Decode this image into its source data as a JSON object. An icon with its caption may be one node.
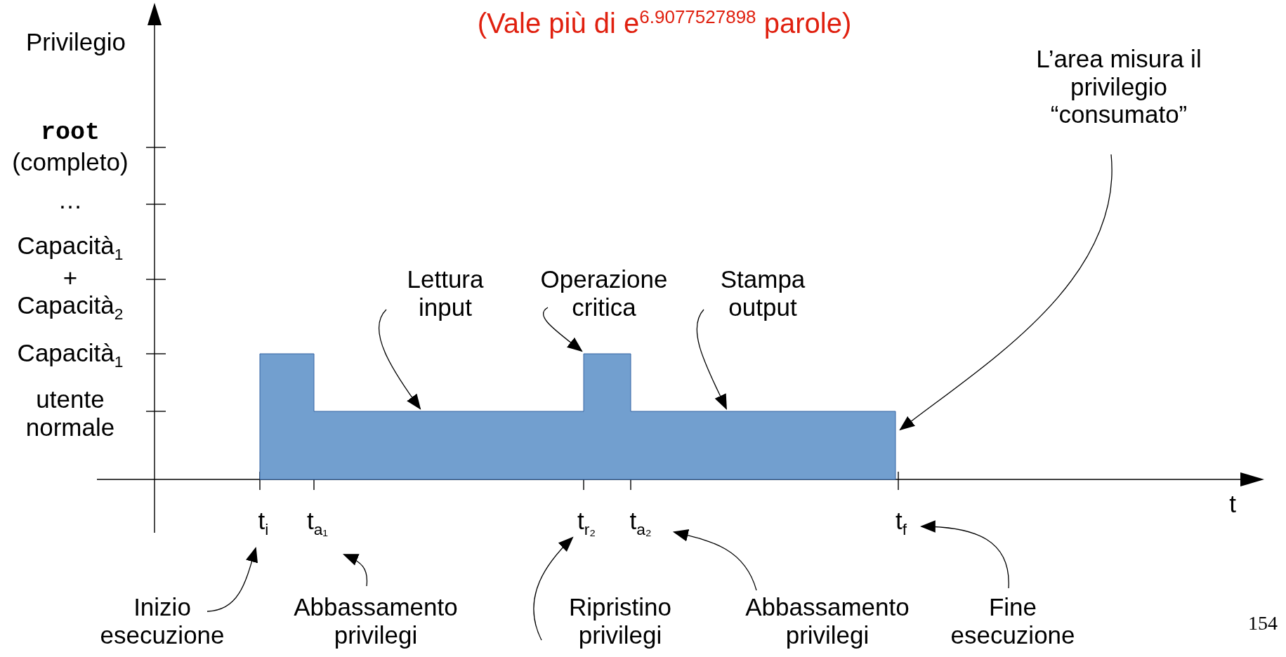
{
  "diagram": {
    "nodes": [
      {
        "text": [
          "Lettura input"
        ]
      },
      {
        "text": [
          "Operazione critica"
        ]
      },
      {
        "text": [
          "Stampa output"
        ]
      },
      {
        "text": [
          "L’area misura il privilegio “consumato”"
        ]
      },
      {
        "text": [],
        "shape": "bar"
      },
      {
        "text": [
          "t$_{i}$"
        ]
      },
      {
        "text": [
          "t$_{a₁}$"
        ]
      },
      {
        "text": [
          "t$_{r₂}$"
        ]
      },
      {
        "text": [
          "t$_{a₂}$"
        ]
      },
      {
        "text": [
          "t$_{f}$"
        ]
      },
      {
        "text": [
          "Inizio esecuzione"
        ]
      },
      {
        "text": [
          "Abbassamento privilegi"
        ]
      },
      {
        "text": [
          "Ripristino privilegi"
        ]
      },
      {
        "text": [
          "Abbassamento privilegi"
        ]
      },
      {
        "text": [
          "Fine esecuzione"
        ]
      }
    ],
    "edges": [
      {
        "from": 0,
        "to": 4,
        "arrow": "to"
      },
      {
        "from": 1,
        "to": 4,
        "arrow": "to"
      },
      {
        "from": 2,
        "to": 4,
        "arrow": "to"
      },
      {
        "from": 3,
        "to": 4,
        "arrow": "to"
      },
      {
        "from": 10,
        "to": 5,
        "arrow": "to"
      },
      {
        "from": 11,
        "to": 6,
        "arrow": "to"
      },
      {
        "from": 12,
        "to": 7,
        "arrow": "to"
      },
      {
        "from": 13,
        "to": 8,
        "arrow": "to"
      },
      {
        "from": 14,
        "to": 9,
        "arrow": "to"
      }
    ],
    "labels": [
      "(Vale più di e$^{6.9077527898}$ parole)",
      "Privilegio",
      "root",
      "(completo)",
      "…",
      "Capacità$_{1}$ + Capacità$_{2}$",
      "Capacità$_{1}$",
      "utente normale",
      "t",
      "154"
    ]
  }
}
